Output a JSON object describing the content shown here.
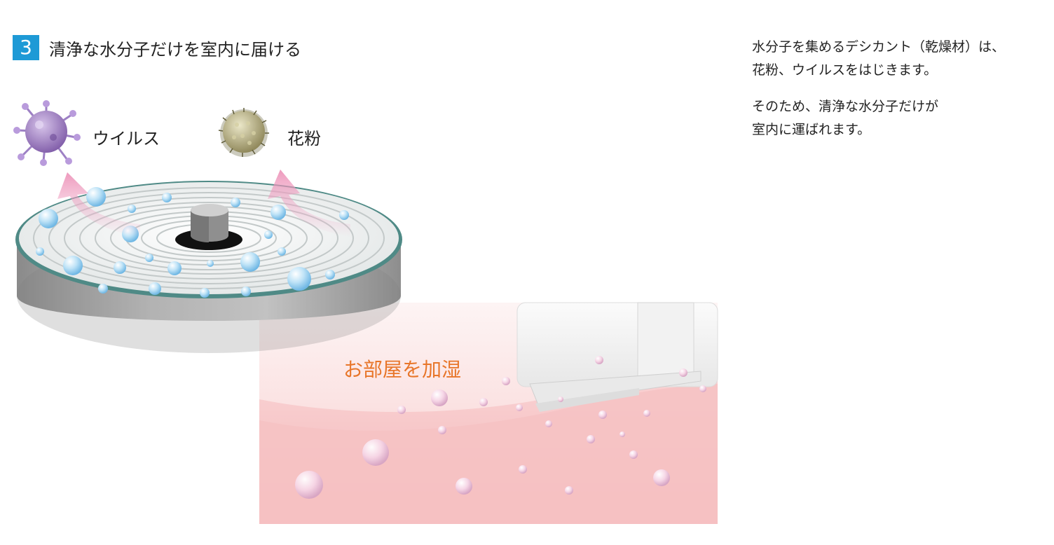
{
  "header": {
    "step_number": "3",
    "title": "清浄な水分子だけを室内に届ける"
  },
  "illustration": {
    "virus_label": "ウイルス",
    "pollen_label": "花粉",
    "humidify_label": "お部屋を加湿",
    "accent_color": "#1e9ad6",
    "humidify_color": "#e8762a",
    "room_color": "#f6c2c3"
  },
  "description": {
    "paragraph1": "水分子を集めるデシカント（乾燥材）は、\n花粉、ウイルスをはじきます。",
    "paragraph2": "そのため、清浄な水分子だけが\n室内に運ばれます。"
  }
}
